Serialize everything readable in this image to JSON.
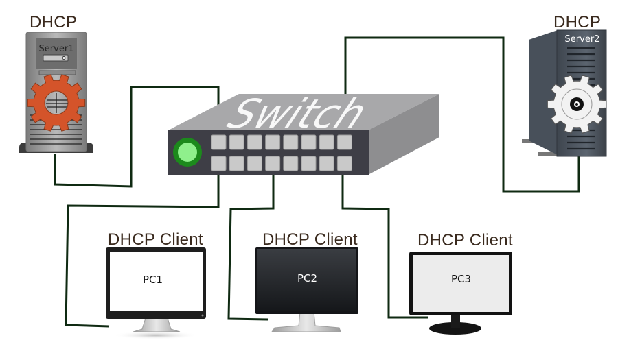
{
  "diagram": {
    "title": "DHCP network with two servers and three clients",
    "cable_color": "#0f2a12",
    "switch": {
      "label": "Switch",
      "port_rows": 2,
      "ports_per_row": 8,
      "body_color": "#3e3e46",
      "top_color": "#a8a8aa",
      "side_color": "#8e8e90",
      "port_color": "#c9c9c9",
      "led_color": "#8ff08c",
      "led_ring_color": "#1c8a1c"
    },
    "servers": [
      {
        "id": "server1",
        "role_label": "DHCP",
        "name": "Server1",
        "gear_color": "#d4542a",
        "body_color": "#9a9a9a"
      },
      {
        "id": "server2",
        "role_label": "DHCP",
        "name": "Server2",
        "gear_color": "#f2f2f2",
        "body_color": "#4a525c"
      }
    ],
    "clients": [
      {
        "id": "pc1",
        "role_label": "DHCP Client",
        "name": "PC1",
        "screen_color": "#ffffff",
        "text_color": "#111111"
      },
      {
        "id": "pc2",
        "role_label": "DHCP Client",
        "name": "PC2",
        "screen_color": "#222428",
        "text_color": "#ffffff"
      },
      {
        "id": "pc3",
        "role_label": "DHCP Client",
        "name": "PC3",
        "screen_color": "#ececec",
        "text_color": "#111111"
      }
    ],
    "connections": [
      {
        "from": "server1",
        "to": "switch",
        "switch_port": "top-1"
      },
      {
        "from": "server2",
        "to": "switch",
        "switch_port": "top-8"
      },
      {
        "from": "pc1",
        "to": "switch",
        "switch_port": "bottom-1"
      },
      {
        "from": "pc2",
        "to": "switch",
        "switch_port": "bottom-4"
      },
      {
        "from": "pc3",
        "to": "switch",
        "switch_port": "bottom-8"
      }
    ]
  }
}
